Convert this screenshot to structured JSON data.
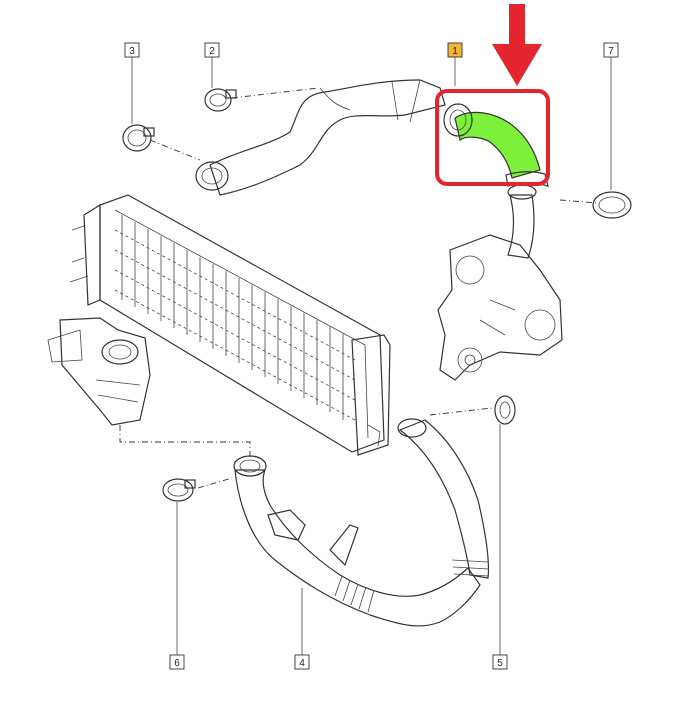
{
  "callouts": {
    "c1": "1",
    "c2": "2",
    "c3": "3",
    "c4": "4",
    "c5": "5",
    "c6": "6",
    "c7": "7"
  },
  "colors": {
    "highlight_part": "#7cf03a",
    "highlight_box": "#e3262e",
    "arrow": "#e3262e",
    "callout_1_fill": "#f3b53a",
    "line": "#333333"
  }
}
